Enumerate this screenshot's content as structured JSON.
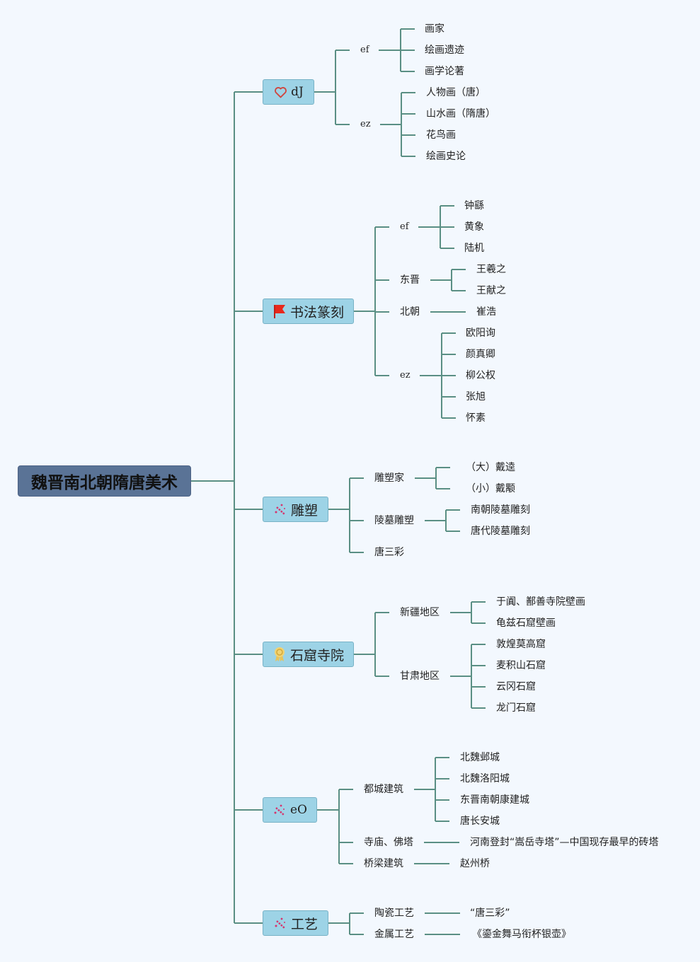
{
  "colors": {
    "background": "#f3f8fe",
    "line": "#5a8f84",
    "root_fill": "#5a7396",
    "topic_fill": "#9dd3e6",
    "heart_icon": "#d0453e",
    "flag_icon": "#e8281c",
    "magic_icon": "#d6336c",
    "award_icon": "#e8c45a"
  },
  "root": {
    "label": "魏晋南北朝隋唐美术"
  },
  "topics": [
    {
      "label": "dJ",
      "icon": "heart-icon",
      "children": [
        {
          "label": "ef",
          "children": [
            "画家",
            "绘画遗迹",
            "画学论著"
          ]
        },
        {
          "label": "ez",
          "children": [
            "人物画（唐）",
            "山水画（隋唐）",
            "花鸟画",
            "绘画史论"
          ]
        }
      ]
    },
    {
      "label": "书法篆刻",
      "icon": "flag-icon",
      "children": [
        {
          "label": "ef",
          "children": [
            "钟繇",
            "黄象",
            "陆机"
          ]
        },
        {
          "label": "东晋",
          "children": [
            "王羲之",
            "王献之"
          ]
        },
        {
          "label": "北朝",
          "children": [
            "崔浩"
          ]
        },
        {
          "label": "ez",
          "children": [
            "欧阳询",
            "颜真卿",
            "柳公权",
            "张旭",
            "怀素"
          ]
        }
      ]
    },
    {
      "label": "雕塑",
      "icon": "magic-wand-icon",
      "children": [
        {
          "label": "雕塑家",
          "children": [
            "（大）戴逵",
            "（小）戴颙"
          ]
        },
        {
          "label": "陵墓雕塑",
          "children": [
            "南朝陵墓雕刻",
            "唐代陵墓雕刻"
          ]
        },
        {
          "label": "唐三彩",
          "children": []
        }
      ]
    },
    {
      "label": "石窟寺院",
      "icon": "award-icon",
      "children": [
        {
          "label": "新疆地区",
          "children": [
            "于阗、鄯善寺院壁画",
            "龟兹石窟壁画"
          ]
        },
        {
          "label": "甘肃地区",
          "children": [
            "敦煌莫高窟",
            "麦积山石窟",
            "云冈石窟",
            "龙门石窟"
          ]
        }
      ]
    },
    {
      "label": "eO",
      "icon": "magic-wand-icon",
      "children": [
        {
          "label": "都城建筑",
          "children": [
            "北魏邺城",
            "北魏洛阳城",
            "东晋南朝康建城",
            "唐长安城"
          ]
        },
        {
          "label": "寺庙、佛塔",
          "children": [
            "河南登封“嵩岳寺塔”—中国现存最早的砖塔"
          ]
        },
        {
          "label": "桥梁建筑",
          "children": [
            "赵州桥"
          ]
        }
      ]
    },
    {
      "label": "工艺",
      "icon": "magic-wand-icon",
      "children": [
        {
          "label": "陶瓷工艺",
          "children": [
            "“唐三彩”"
          ]
        },
        {
          "label": "金属工艺",
          "children": [
            "《鎏金舞马衔杯银壶》"
          ]
        }
      ]
    }
  ]
}
